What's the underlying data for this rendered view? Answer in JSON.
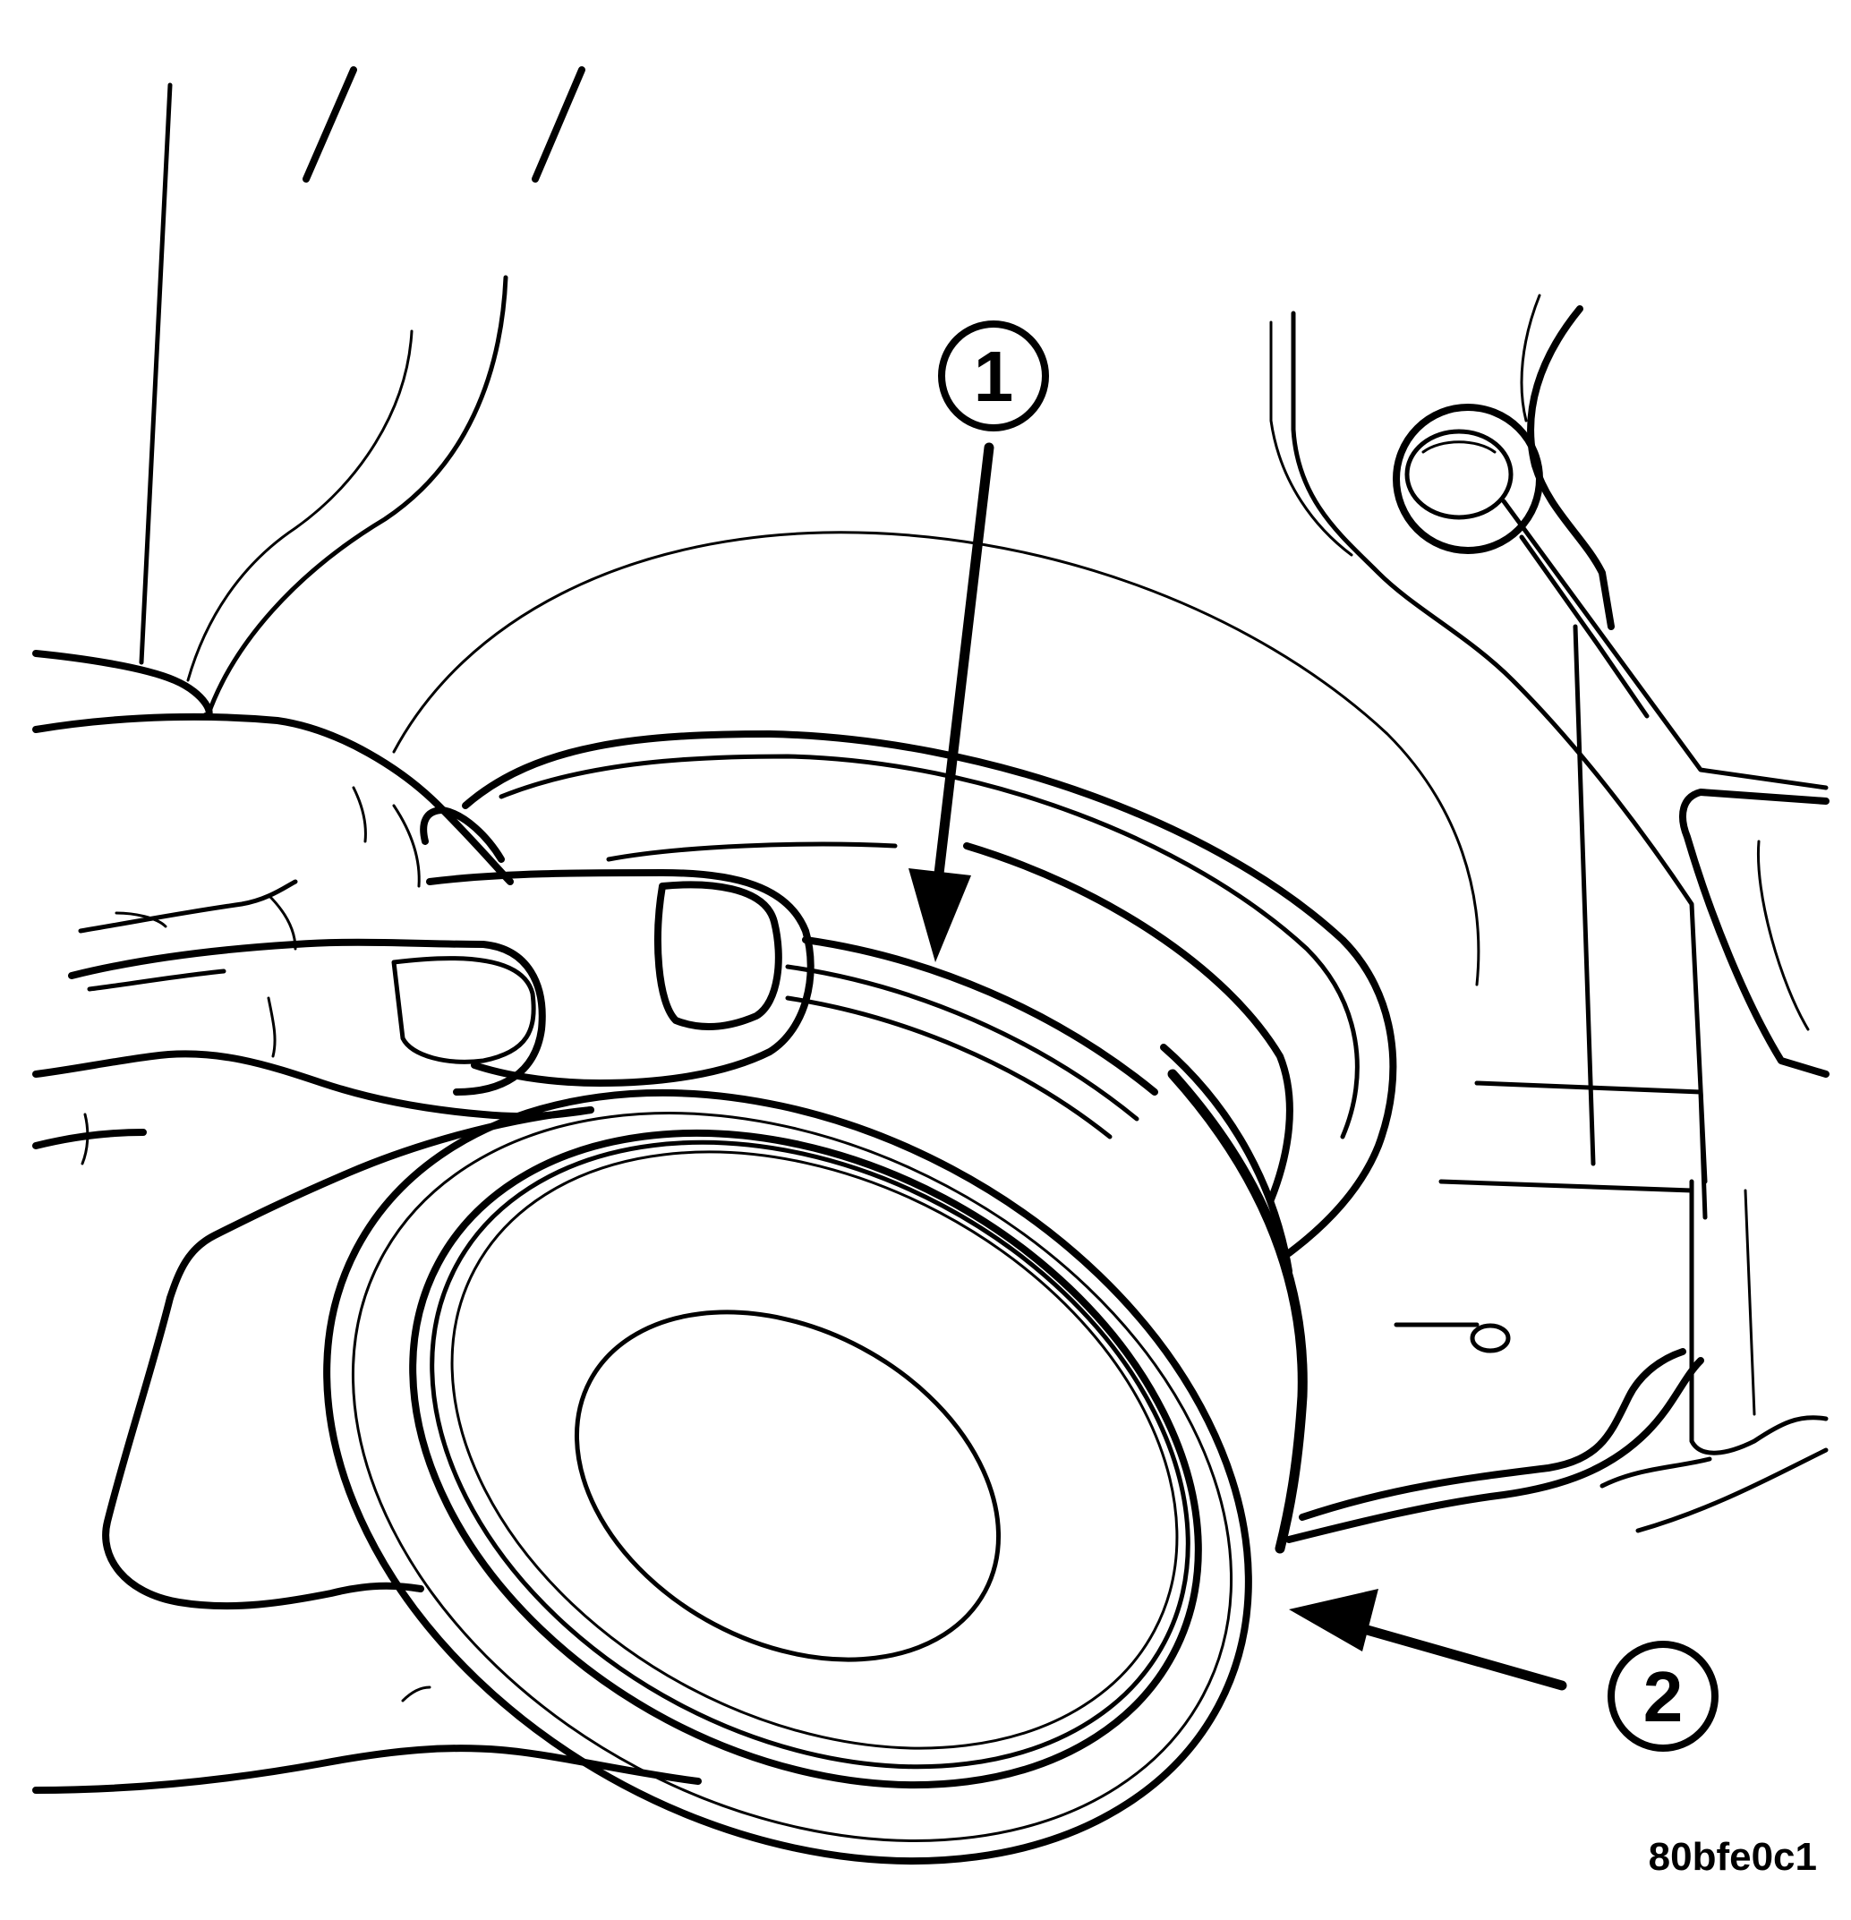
{
  "callouts": [
    {
      "id": "1",
      "label": "1"
    },
    {
      "id": "2",
      "label": "2"
    }
  ],
  "figure_code": "80bfe0c1",
  "colors": {
    "line": "#000000",
    "background": "#ffffff"
  }
}
